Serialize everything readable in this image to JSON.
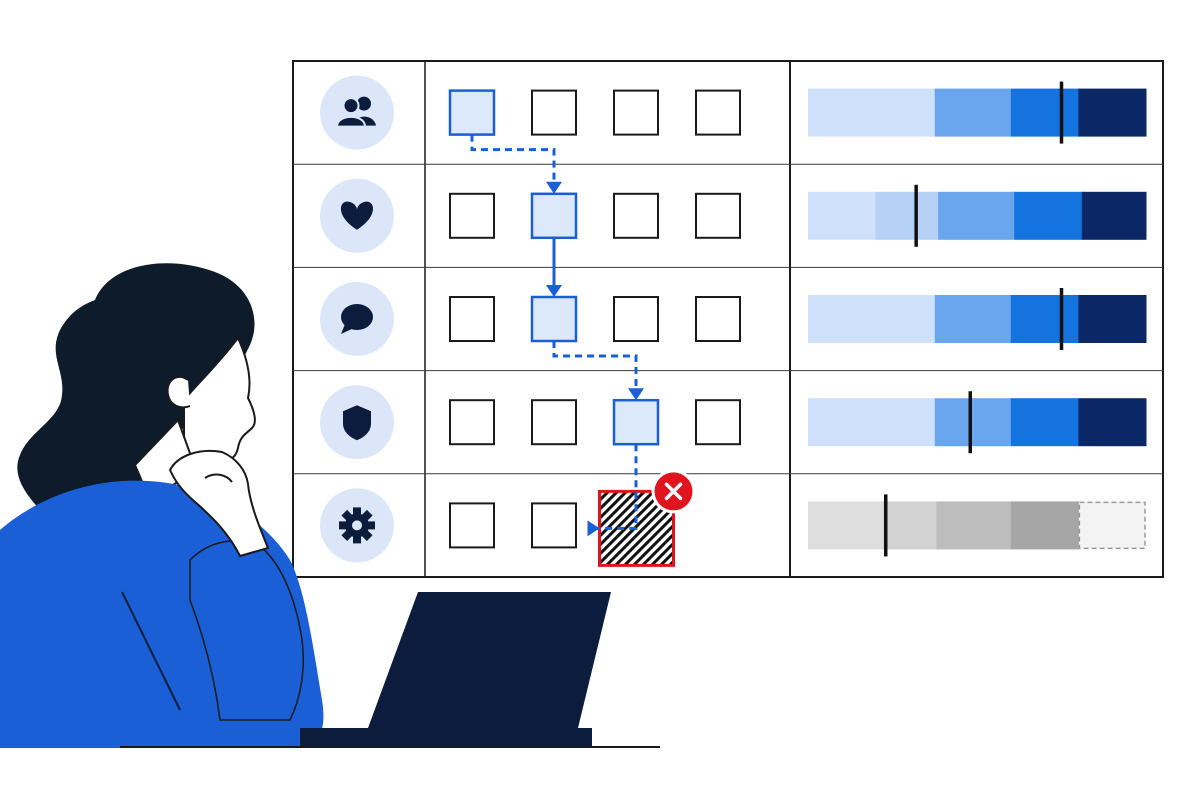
{
  "colors": {
    "ink": "#0b1c3d",
    "line": "#1a1a1a",
    "icon_bg": "#dbe7f8",
    "path_blue": "#1a5fd6",
    "cell_active_fill": "#dce9fb",
    "error_red": "#e0141e",
    "sweater": "#1a5fd6",
    "hair": "#0d1b2a",
    "laptop": "#0b1c3d",
    "bar_colors": [
      "#cfe1fa",
      "#b6d1f6",
      "#6aa6ee",
      "#1573e0",
      "#0b2765"
    ],
    "bar_colors_disabled": [
      "#dedede",
      "#d2d2d2",
      "#bdbdbd",
      "#a6a6a6"
    ]
  },
  "rows": [
    {
      "icon": "users-icon",
      "cells": 4,
      "active_cell": 0,
      "error_cell": null,
      "bar": {
        "status": "normal",
        "bands": [
          0.375,
          0.225,
          0.2,
          0.2
        ],
        "marker": 0.75
      }
    },
    {
      "icon": "heart-icon",
      "cells": 4,
      "active_cell": 1,
      "error_cell": null,
      "bar": {
        "status": "normal",
        "bands": [
          0.2,
          0.185,
          0.225,
          0.2,
          0.19
        ],
        "marker": 0.32
      }
    },
    {
      "icon": "chat-icon",
      "cells": 4,
      "active_cell": 1,
      "error_cell": null,
      "bar": {
        "status": "normal",
        "bands": [
          0.375,
          0.225,
          0.2,
          0.2
        ],
        "marker": 0.75
      }
    },
    {
      "icon": "shield-icon",
      "cells": 4,
      "active_cell": 2,
      "error_cell": null,
      "bar": {
        "status": "normal",
        "bands": [
          0.375,
          0.225,
          0.2,
          0.2
        ],
        "marker": 0.48
      }
    },
    {
      "icon": "gear-icon",
      "cells": 2,
      "active_cell": null,
      "error_cell": 2,
      "bar": {
        "status": "disabled",
        "bands": [
          0.22,
          0.16,
          0.22,
          0.2,
          0.2
        ],
        "marker": 0.23
      }
    }
  ],
  "path": [
    {
      "row": 0,
      "col": 0
    },
    {
      "row": 1,
      "col": 1
    },
    {
      "row": 2,
      "col": 1
    },
    {
      "row": 3,
      "col": 2
    },
    {
      "row": 4,
      "col": 2
    }
  ],
  "error_badge": {
    "icon": "x-icon"
  }
}
